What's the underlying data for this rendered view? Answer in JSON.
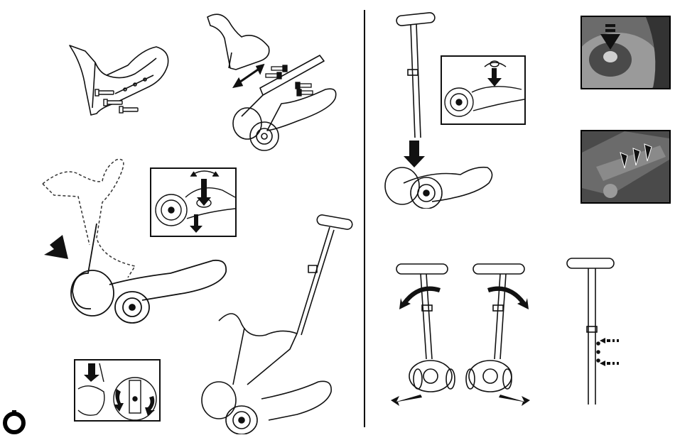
{
  "colors": {
    "ink": "#111111",
    "dashed_ink": "#333333",
    "photo_dark": "#4a4a4a",
    "photo_mid": "#6b6b6b",
    "photo_light": "#9a9a9a",
    "arrow_fill": "#111111",
    "background": "#ffffff"
  },
  "icons": {
    "push_arrow": "thick-arrow-icon",
    "rotate": "rotate-arrows-icon",
    "lean": "curved-arrow-icon",
    "height_hint": "dashed-arrow-icon",
    "page_marker": "ring-marker-icon"
  },
  "steps": [
    {
      "id": "seat-bracket",
      "description_icon": "screw-set-icon"
    },
    {
      "id": "seat-attach",
      "description_icon": "double-arrow-icon"
    },
    {
      "id": "seat-lock",
      "description_icon": "thick-arrow-icon"
    },
    {
      "id": "ride-on-mode",
      "description_icon": "scooter-icon"
    },
    {
      "id": "handle-insert",
      "description_icon": "thick-arrow-icon"
    },
    {
      "id": "handle-adjust",
      "description_icon": "dashed-arrow-icon"
    },
    {
      "id": "steering",
      "description_icon": "curved-arrow-icon"
    }
  ]
}
